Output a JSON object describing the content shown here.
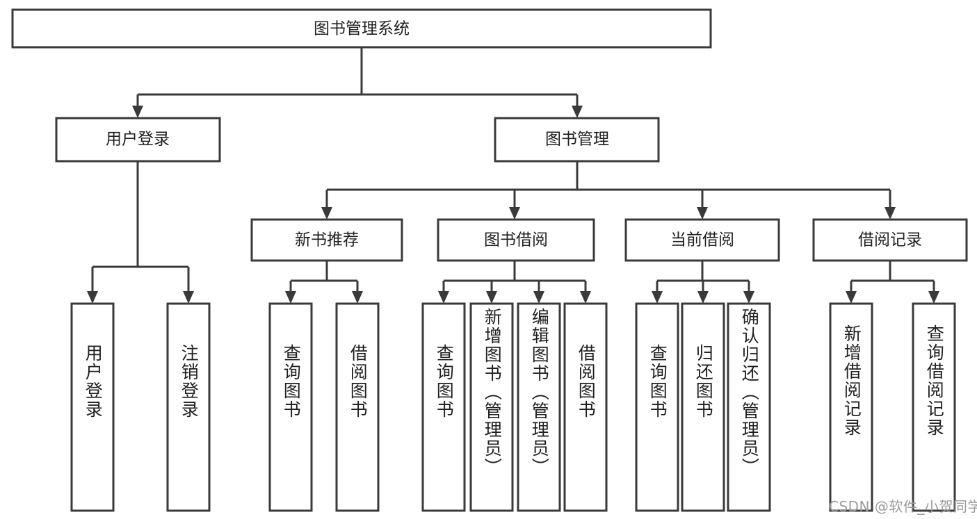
{
  "diagram": {
    "type": "tree-hierarchy",
    "title": "图书管理系统",
    "orientation": "top-down",
    "colors": {
      "box_stroke": "#3a3a3a",
      "box_fill": "#ffffff",
      "connector": "#3a3a3a",
      "text": "#202020",
      "background": "#ffffff",
      "watermark": "#9b9b9b"
    },
    "root": {
      "label": "图书管理系统"
    },
    "level2": [
      {
        "label": "用户登录"
      },
      {
        "label": "图书管理"
      }
    ],
    "level3": [
      {
        "label": "新书推荐"
      },
      {
        "label": "图书借阅"
      },
      {
        "label": "当前借阅"
      },
      {
        "label": "借阅记录"
      }
    ],
    "leaves": {
      "user_login": [
        {
          "label": "用户登录"
        },
        {
          "label": "注销登录"
        }
      ],
      "new_book_recommend": [
        {
          "label": "查询图书"
        },
        {
          "label": "借阅图书"
        }
      ],
      "book_borrow": [
        {
          "label": "查询图书"
        },
        {
          "label": "新增图书（管理员）"
        },
        {
          "label": "编辑图书（管理员）"
        },
        {
          "label": "借阅图书"
        }
      ],
      "current_borrow": [
        {
          "label": "查询图书"
        },
        {
          "label": "归还图书"
        },
        {
          "label": "确认归还（管理员）"
        }
      ],
      "borrow_record": [
        {
          "label": "新增借阅记录"
        },
        {
          "label": "查询借阅记录"
        }
      ]
    },
    "watermark": "CSDN @软件_小贺同学"
  }
}
